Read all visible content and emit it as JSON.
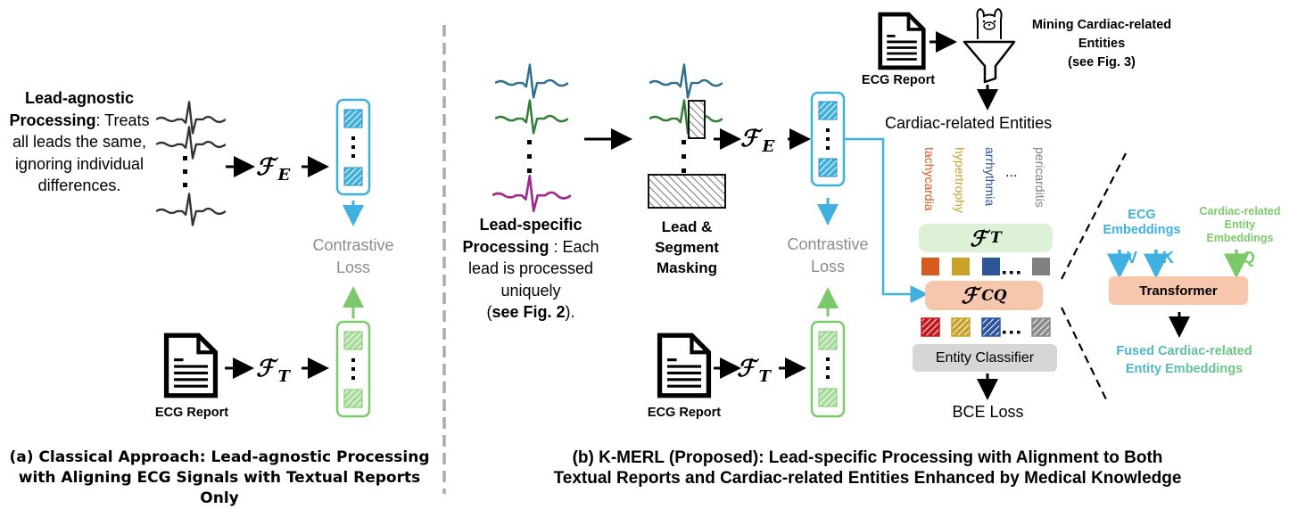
{
  "panel_a": {
    "description_bold_1": "Lead-agnostic",
    "description_bold_2": "Processing",
    "description_rest": ": Treats all leads the same, ignoring individual differences.",
    "encoder_ecg": "ℱ",
    "encoder_ecg_sub": "E",
    "encoder_text": "ℱ",
    "encoder_text_sub": "T",
    "contrastive_loss_line1": "Contrastive",
    "contrastive_loss_line2": "Loss",
    "ecg_report_label": "ECG Report",
    "caption_line1": "(a) Classical Approach: Lead-agnostic Processing",
    "caption_line2": "with Aligning ECG Signals with Textual Reports Only"
  },
  "panel_b": {
    "lead_specific_bold_1": "Lead-specific",
    "lead_specific_bold_2": "Processing",
    "lead_specific_rest_1": " : Each",
    "lead_specific_rest_2": "lead is processed",
    "lead_specific_rest_3": "uniquely",
    "see_fig_2_open": "(",
    "see_fig_2_bold": "see Fig. 2",
    "see_fig_2_close": ").",
    "masking_label_1": "Lead &",
    "masking_label_2": "Segment",
    "masking_label_3": "Masking",
    "encoder_ecg": "ℱ",
    "encoder_ecg_sub": "E",
    "encoder_text": "ℱ",
    "encoder_text_sub": "T",
    "contrastive_loss_line1": "Contrastive",
    "contrastive_loss_line2": "Loss",
    "ecg_report_label": "ECG Report",
    "ecg_report_top_label": "ECG Report",
    "mining_line1": "Mining Cardiac-related",
    "mining_line2": "Entities",
    "mining_line3": "(see Fig. 3)",
    "entities_label": "Cardiac-related Entities",
    "entities": [
      {
        "name": "tachycardia",
        "color": "#d95a1f"
      },
      {
        "name": "hypertrophy",
        "color": "#c9a227"
      },
      {
        "name": "arrhythmia",
        "color": "#2d569a"
      },
      {
        "name": "pericarditis",
        "color": "#808080"
      }
    ],
    "entities_ellipsis": "...",
    "text_encoder_box": "ℱ",
    "text_encoder_box_sub": "T",
    "cq_box": "ℱ",
    "cq_box_sub": "CQ",
    "entity_classifier": "Entity Classifier",
    "bce_loss": "BCE Loss",
    "caption_line1": "(b) K-MERL (Proposed): Lead-specific Processing with Alignment to Both",
    "caption_line2": "Textual Reports and Cardiac-related Entities Enhanced by Medical Knowledge"
  },
  "detail": {
    "ecg_embeddings_1": "ECG",
    "ecg_embeddings_2": "Embeddings",
    "entity_embeddings_1": "Cardiac-related",
    "entity_embeddings_2": "Entity",
    "entity_embeddings_3": "Embeddings",
    "v_label": "V",
    "k_label": "K",
    "q_label": "Q",
    "transformer": "Transformer",
    "fused_line1": "Fused Cardiac-related",
    "fused_line2": "Entity Embeddings"
  },
  "colors": {
    "ecg_blue": "#3fb0e0",
    "text_green": "#7cc96b",
    "grey_text": "#8c8c8c",
    "ft_box": "#dcf1d6",
    "cq_box": "#f6c6ad",
    "classifier_box": "#d6d6d6",
    "lead1": "#2e6e8e",
    "lead2": "#2e7d32",
    "lead3": "#9c2a8c"
  }
}
